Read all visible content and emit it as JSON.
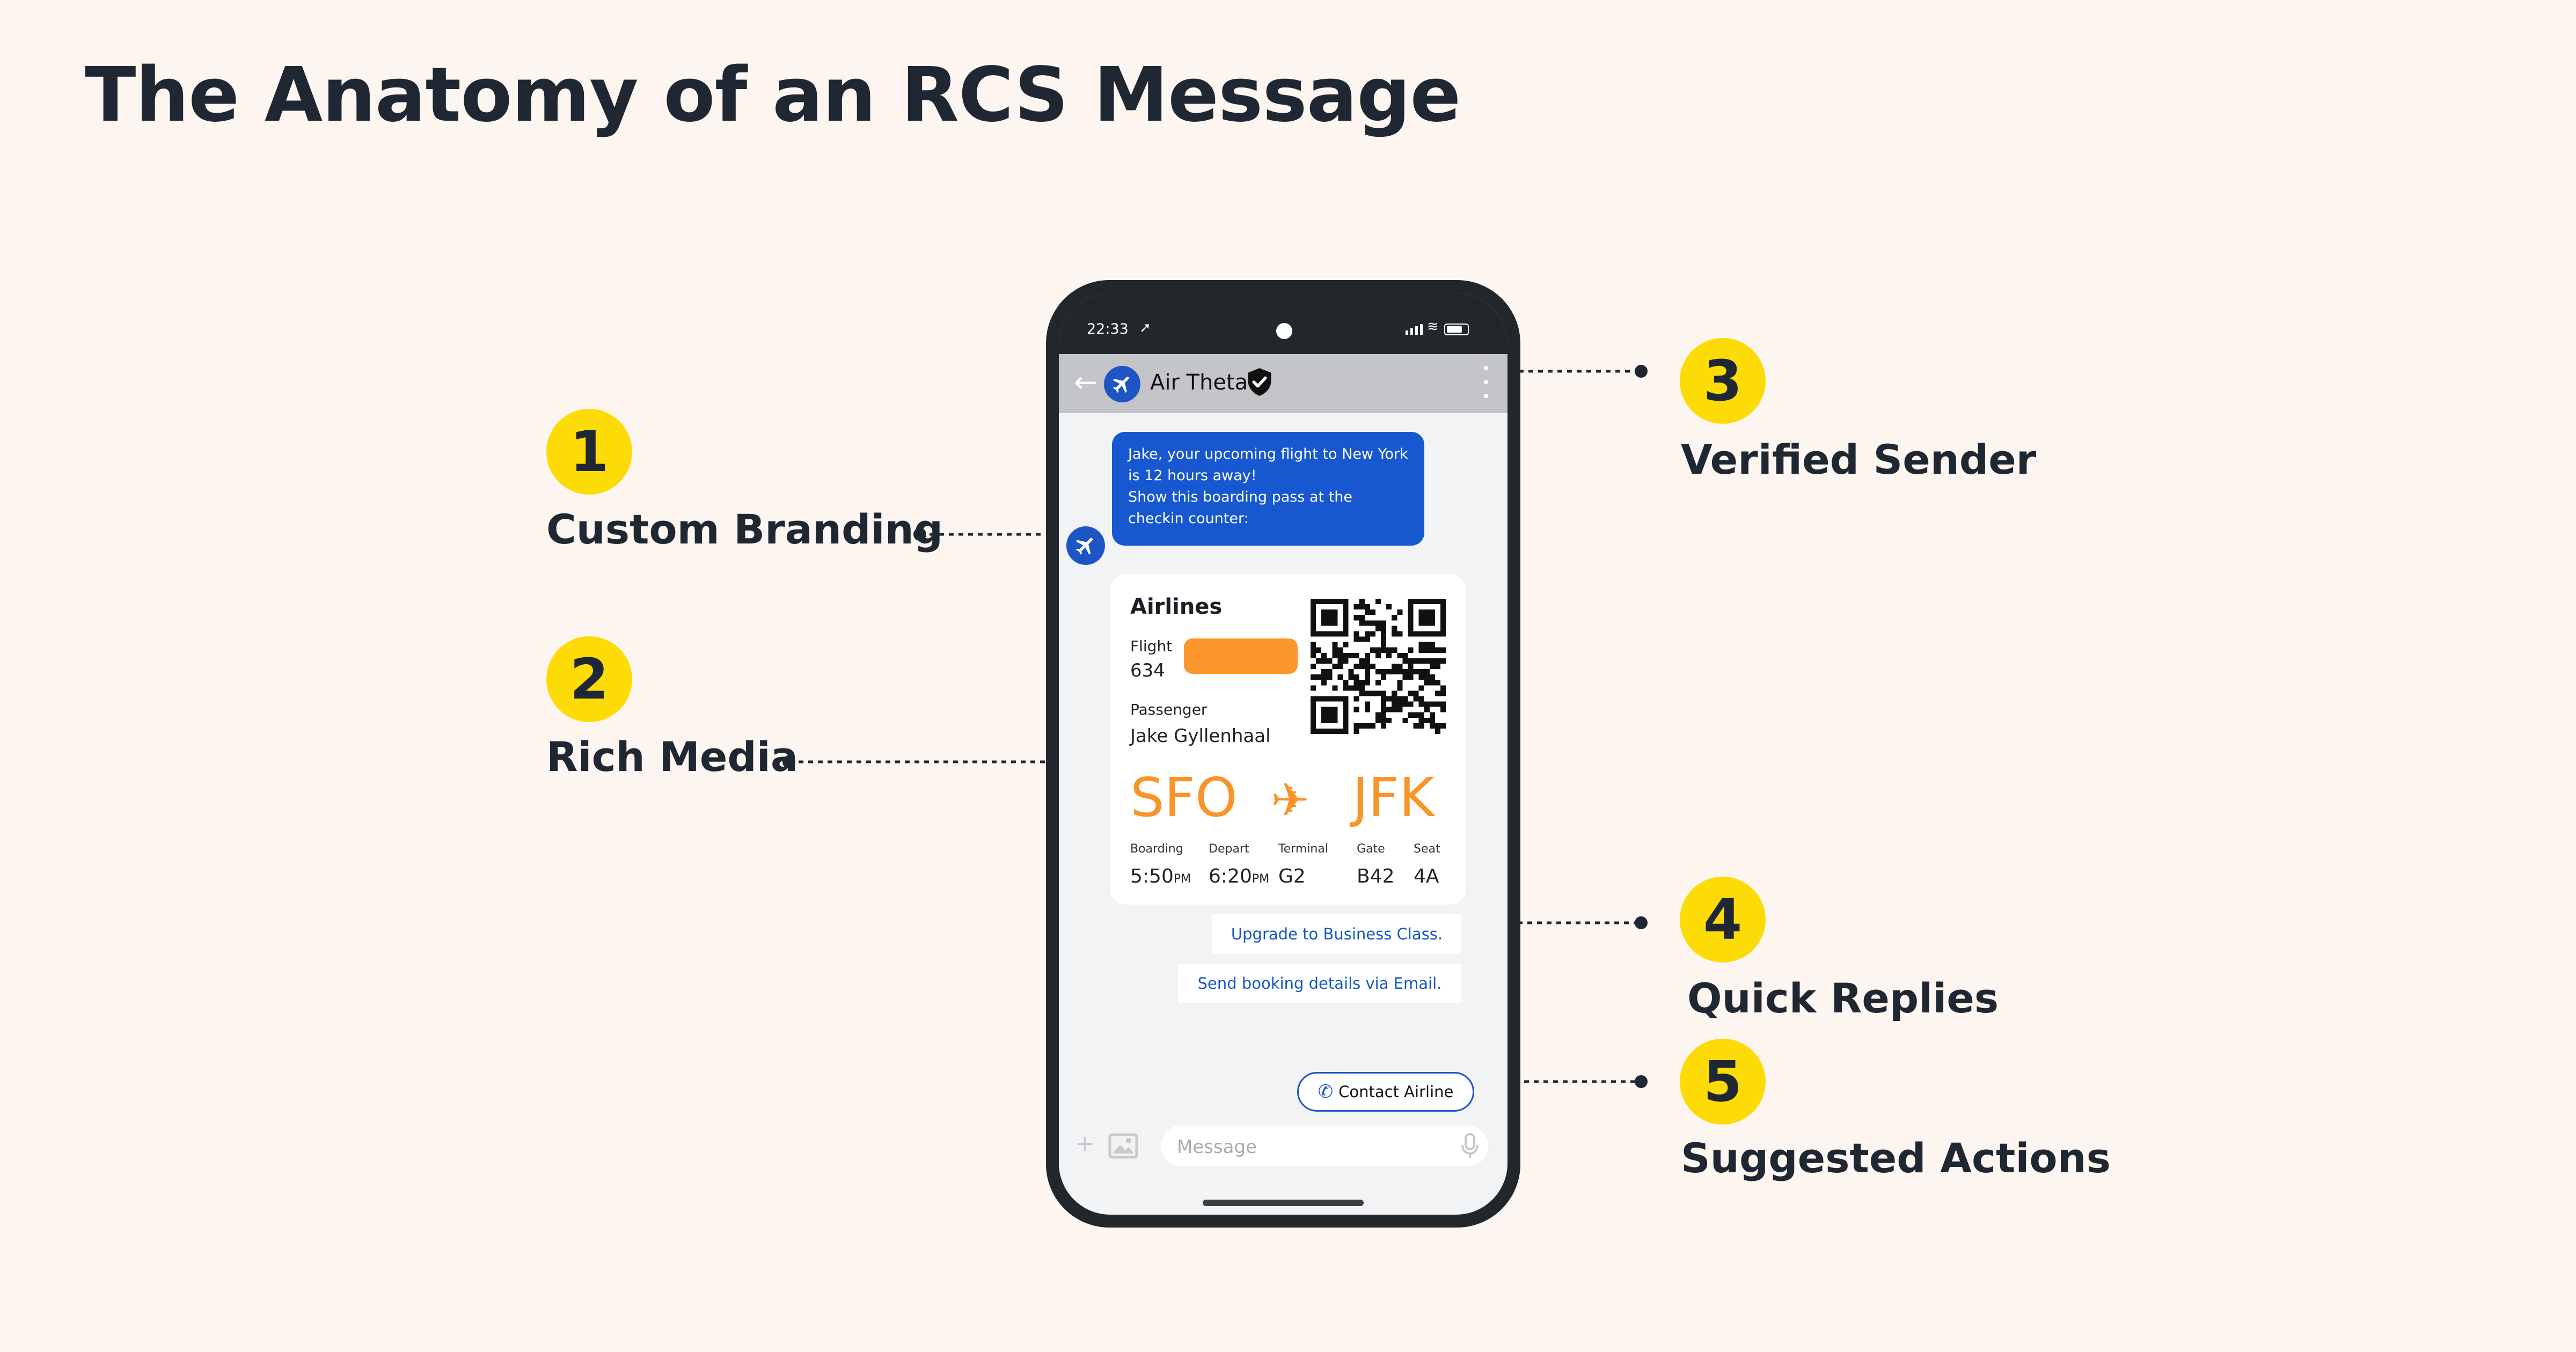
{
  "title": "The Anatomy of an RCS Message",
  "callouts": [
    {
      "number": "1",
      "label": "Custom Branding"
    },
    {
      "number": "2",
      "label": "Rich Media"
    },
    {
      "number": "3",
      "label": "Verified Sender"
    },
    {
      "number": "4",
      "label": "Quick Replies"
    },
    {
      "number": "5",
      "label": "Suggested Actions"
    }
  ],
  "colors": {
    "background": "#fdf5f0",
    "badge": "#fddb07",
    "brand_blue": "#1757cf",
    "accent_orange": "#f99428",
    "phone_frame": "#22272c"
  },
  "phone": {
    "status_time": "22:33",
    "app_title": "Air Theta",
    "message": "Jake, your upcoming flight to New York is 12 hours away!\nShow this boarding pass at the checkin counter:",
    "card": {
      "airline": "Airlines",
      "flight_label": "Flight",
      "flight_number": "634",
      "passenger_label": "Passenger",
      "passenger_name": "Jake Gyllenhaal",
      "from": "SFO",
      "to": "JFK",
      "details": [
        {
          "label": "Boarding",
          "value": "5:50",
          "suffix": "PM"
        },
        {
          "label": "Depart",
          "value": "6:20",
          "suffix": "PM"
        },
        {
          "label": "Terminal",
          "value": "G2",
          "suffix": ""
        },
        {
          "label": "Gate",
          "value": "B42",
          "suffix": ""
        },
        {
          "label": "Seat",
          "value": "4A",
          "suffix": ""
        }
      ]
    },
    "quick_replies": [
      "Upgrade to Business Class.",
      "Send booking details via Email."
    ],
    "suggested_action": "Contact Airline",
    "composer_placeholder": "Message"
  },
  "icons": {
    "back": "back-arrow-icon",
    "brand": "airplane-icon",
    "verified": "verified-shield-icon",
    "more": "more-vertical-icon",
    "action": "phone-icon",
    "composer_add": "plus-icon",
    "composer_gallery": "image-icon",
    "composer_mic": "mic-icon"
  }
}
